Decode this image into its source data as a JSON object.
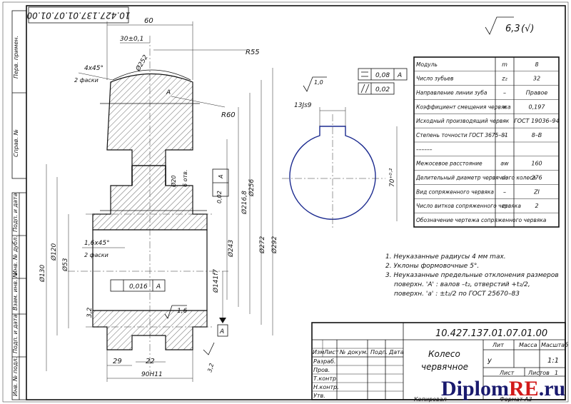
{
  "drawing": {
    "code_stamp": "10.427.137.01.07.01.00",
    "roughness_general": "6,3",
    "roughness_general_paren": "(√)",
    "side_labels": [
      "Перв. примен.",
      "Справ. №",
      "Подп. и дата",
      "Инв. № дубл.",
      "Взам. инв. №",
      "Подп. и дата",
      "Инв. № подл."
    ]
  },
  "dimensions": {
    "overall_width": "60",
    "hub_offset": "30±0,1",
    "chamfer_top": "4х45°",
    "chamfer_top_note": "2 фаски",
    "radius_a": "R55",
    "radius_b": "R60",
    "rim_dia_label": "Ø252",
    "dia_20": "Ø20",
    "dia_20_holes": "6 отв.",
    "dia_2168": "Ø216,8",
    "dia_256": "Ø256",
    "dia_272": "Ø272",
    "dia_292": "Ø292",
    "dia_243": "Ø243",
    "dia_1411": "Ø141f7",
    "dia_130": "Ø130",
    "dia_120": "Ø120",
    "dia_53": "Ø53",
    "chamfer_hub": "1,6х45°",
    "chamfer_hub_note": "2 фаски",
    "tol_flat": "0,016",
    "tol_flat_ref": "A",
    "tol_runout_side": "0,02",
    "tol_runout_ref": "A",
    "rough_16": "1,6",
    "rough_32": "3,2",
    "rough_10": "1,0",
    "rough_3": "3,2",
    "bottom_29": "29",
    "bottom_22": "22",
    "bottom_90": "90H11",
    "datum_A": "A",
    "keyway_dim": "13Js9",
    "keyway_depth": "70⁺⁰·²",
    "tol_box1_val": "0,08",
    "tol_box1_ref": "A",
    "tol_box2_val": "0,02"
  },
  "param_table": {
    "rows": [
      {
        "name": "Модуль",
        "sym": "m",
        "val": "8"
      },
      {
        "name": "Число зубьев",
        "sym": "z₂",
        "val": "32"
      },
      {
        "name": "Направление линии зуба",
        "sym": "–",
        "val": "Правое"
      },
      {
        "name": "Коэффициент смещения червяка",
        "sym": "x",
        "val": "0,197"
      },
      {
        "name": "Исходный производящий червяк",
        "sym": "–",
        "val": "ГОСТ 19036–94"
      },
      {
        "name": "Степень точности ГОСТ 3675–81",
        "sym": "–",
        "val": "8–В"
      },
      {
        "name": "––––––",
        "sym": "",
        "val": ""
      },
      {
        "name": "Межосевое расстояние",
        "sym": "aw",
        "val": "160"
      },
      {
        "name": "Делительный диаметр червячного колеса",
        "sym": "d₂",
        "val": "276"
      },
      {
        "name": "Вид сопряженного червяка",
        "sym": "–",
        "val": "ZI"
      },
      {
        "name": "Число витков сопряженного червяка",
        "sym": "z₁",
        "val": "2"
      },
      {
        "name": "Обозначение чертежа сопряженного червяка",
        "sym": "",
        "val": ""
      }
    ]
  },
  "notes": [
    "1. Неуказанные радиусы 4 мм max.",
    "2. Уклоны формовочные 5°.",
    "3. Неуказанные предельные отклонения размеров",
    "поверхн. 'А' : валов –t₂, отверстий +t₂/2,",
    "поверхн. 'а' : ±t₂/2 по ГОСТ 25670–83"
  ],
  "title_block": {
    "designation": "10.427.137.01.07.01.00",
    "name_line1": "Колесо",
    "name_line2": "червячное",
    "col_lit": "Лит",
    "col_mass": "Масса",
    "col_scale": "Масштаб",
    "lit_value": "у",
    "scale_value": "1:1",
    "sheet": "Лист",
    "sheets": "Листов",
    "sheets_value": "1",
    "row_headers": [
      "Изм",
      "Лист",
      "№ докум.",
      "Подп.",
      "Дата"
    ],
    "roles": [
      "Разраб.",
      "Пров.",
      "Т.контр.",
      "Н.контр.",
      "Утв."
    ],
    "copied": "Копировал",
    "format": "Формат",
    "format_value": "A3"
  },
  "watermark": {
    "part1": "Diplom",
    "part2": "RE",
    "part3": ".ru"
  }
}
